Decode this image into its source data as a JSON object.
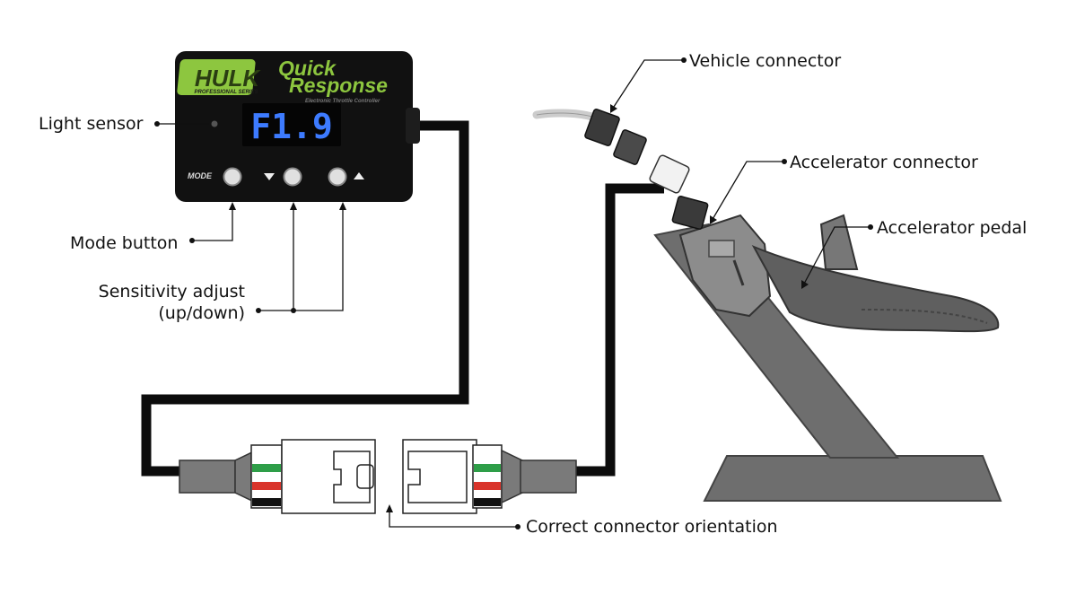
{
  "labels": {
    "light_sensor": "Light sensor",
    "mode_button": "Mode button",
    "sensitivity_line1": "Sensitivity adjust",
    "sensitivity_line2": "(up/down)",
    "vehicle_connector": "Vehicle connector",
    "accelerator_connector": "Accelerator connector",
    "accelerator_pedal": "Accelerator pedal",
    "orientation": "Correct connector orientation"
  },
  "device": {
    "logo": "HULK",
    "logo_sub": "PROFESSIONAL SERIES",
    "brand_line1": "Quick",
    "brand_line2": "Response",
    "brand_tagline": "Electronic Throttle Controller",
    "display": "F1.9",
    "mode_label": "MODE"
  },
  "colors": {
    "device_body": "#111111",
    "display_digits": "#3d7bff",
    "brand_green": "#8dc63f",
    "wire_green": "#2e9e48",
    "wire_red": "#d9342b",
    "grey_part": "#7a7a7a",
    "pedal_grey": "#6e6e6e"
  },
  "icons": [
    "down-arrow-icon",
    "up-arrow-icon"
  ]
}
